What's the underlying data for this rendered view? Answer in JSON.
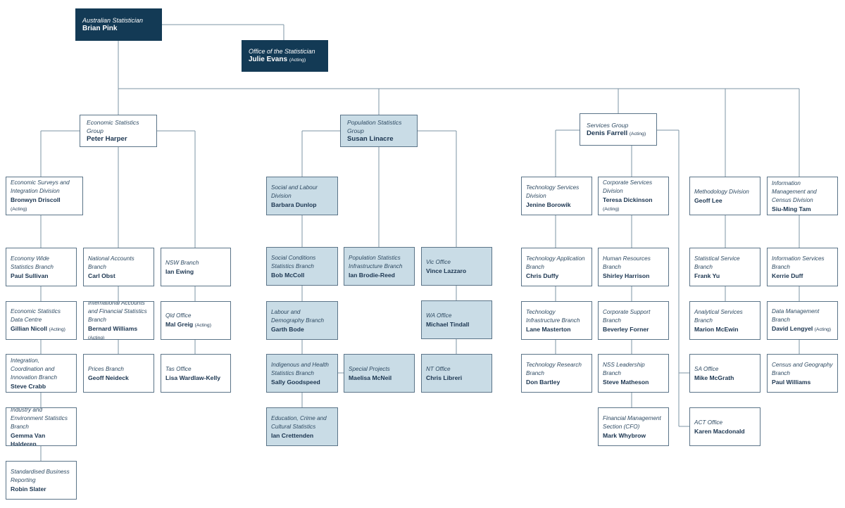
{
  "nodes": [
    {
      "id": "statistician",
      "role": "Australian Statistician",
      "name": "Brian Pink",
      "note": "",
      "color": "dark"
    },
    {
      "id": "office",
      "role": "Office of the Statistician",
      "name": "Julie Evans",
      "note": "(Acting)",
      "color": "dark"
    },
    {
      "id": "econ-group",
      "role": "Economic Statistics Group",
      "name": "Peter Harper",
      "note": "",
      "color": "white"
    },
    {
      "id": "pop-group",
      "role": "Population Statistics Group",
      "name": "Susan Linacre",
      "note": "",
      "color": "shaded"
    },
    {
      "id": "services-group",
      "role": "Services Group",
      "name": "Denis Farrell",
      "note": "(Acting)",
      "color": "white"
    },
    {
      "id": "econ-surveys",
      "role": "Economic Surveys and Integration Division",
      "name": "Bronwyn Driscoll",
      "note": "(Acting)",
      "color": "white"
    },
    {
      "id": "economy-wide",
      "role": "Economy Wide Statistics Branch",
      "name": "Paul Sullivan",
      "note": "",
      "color": "white"
    },
    {
      "id": "esdc",
      "role": "Economic Statistics Data Centre",
      "name": "Gillian Nicoll",
      "note": "(Acting)",
      "color": "white"
    },
    {
      "id": "integration",
      "role": "Integration, Coordination and Innovation Branch",
      "name": "Steve Crabb",
      "note": "",
      "color": "white"
    },
    {
      "id": "industry",
      "role": "Industry and Environment Statistics Branch",
      "name": "Gemma Van Halderen",
      "note": "",
      "color": "white"
    },
    {
      "id": "sbr",
      "role": "Standardised Business Reporting",
      "name": "Robin Slater",
      "note": "",
      "color": "white"
    },
    {
      "id": "national-accounts",
      "role": "National Accounts Branch",
      "name": "Carl Obst",
      "note": "",
      "color": "white"
    },
    {
      "id": "international",
      "role": "International Accounts and Financial Statistics Branch",
      "name": "Bernard Williams",
      "note": "(Acting)",
      "color": "white"
    },
    {
      "id": "prices",
      "role": "Prices Branch",
      "name": "Geoff Neideck",
      "note": "",
      "color": "white"
    },
    {
      "id": "nsw",
      "role": "NSW Branch",
      "name": "Ian Ewing",
      "note": "",
      "color": "white"
    },
    {
      "id": "qld",
      "role": "Qld Office",
      "name": "Mal Greig",
      "note": "(Acting)",
      "color": "white"
    },
    {
      "id": "tas",
      "role": "Tas Office",
      "name": "Lisa Wardlaw-Kelly",
      "note": "",
      "color": "white"
    },
    {
      "id": "social-labour",
      "role": "Social and Labour Division",
      "name": "Barbara Dunlop",
      "note": "",
      "color": "shaded"
    },
    {
      "id": "social-conditions",
      "role": "Social Conditions Statistics Branch",
      "name": "Bob McColl",
      "note": "",
      "color": "shaded"
    },
    {
      "id": "labour-demography",
      "role": "Labour and Demography Branch",
      "name": "Garth Bode",
      "note": "",
      "color": "shaded"
    },
    {
      "id": "indigenous",
      "role": "Indigenous and Health Statistics Branch",
      "name": "Sally Goodspeed",
      "note": "",
      "color": "shaded"
    },
    {
      "id": "special-projects",
      "role": "Special Projects",
      "name": "Maelisa McNeil",
      "note": "",
      "color": "shaded"
    },
    {
      "id": "education",
      "role": "Education, Crime and Cultural Statistics",
      "name": "Ian Crettenden",
      "note": "",
      "color": "shaded"
    },
    {
      "id": "pop-infra",
      "role": "Population Statistics Infrastructure Branch",
      "name": "Ian Brodie-Reed",
      "note": "",
      "color": "shaded"
    },
    {
      "id": "vic",
      "role": "Vic Office",
      "name": "Vince Lazzaro",
      "note": "",
      "color": "shaded"
    },
    {
      "id": "wa",
      "role": "WA Office",
      "name": "Michael Tindall",
      "note": "",
      "color": "shaded"
    },
    {
      "id": "nt",
      "role": "NT Office",
      "name": "Chris Libreri",
      "note": "",
      "color": "shaded"
    },
    {
      "id": "tech-services",
      "role": "Technology Services Division",
      "name": "Jenine Borowik",
      "note": "",
      "color": "white"
    },
    {
      "id": "tech-application",
      "role": "Technology Application Branch",
      "name": "Chris Duffy",
      "note": "",
      "color": "white"
    },
    {
      "id": "tech-infra",
      "role": "Technology Infrastructure Branch",
      "name": "Lane Masterton",
      "note": "",
      "color": "white"
    },
    {
      "id": "tech-research",
      "role": "Technology Research Branch",
      "name": "Don Bartley",
      "note": "",
      "color": "white"
    },
    {
      "id": "corporate-services",
      "role": "Corporate Services Division",
      "name": "Teresa Dickinson",
      "note": "(Acting)",
      "color": "white"
    },
    {
      "id": "hr",
      "role": "Human Resources Branch",
      "name": "Shirley Harrison",
      "note": "",
      "color": "white"
    },
    {
      "id": "corporate-support",
      "role": "Corporate Support Branch",
      "name": "Beverley Forner",
      "note": "",
      "color": "white"
    },
    {
      "id": "nss",
      "role": "NSS Leadership Branch",
      "name": "Steve Matheson",
      "note": "",
      "color": "white"
    },
    {
      "id": "financial",
      "role": "Financial Management Section (CFO)",
      "name": "Mark Whybrow",
      "note": "",
      "color": "white"
    },
    {
      "id": "methodology",
      "role": "Methodology Division",
      "name": "Geoff Lee",
      "note": "",
      "color": "white"
    },
    {
      "id": "statistical-service",
      "role": "Statistical Service Branch",
      "name": "Frank Yu",
      "note": "",
      "color": "white"
    },
    {
      "id": "analytical",
      "role": "Analytical Services Branch",
      "name": "Marion McEwin",
      "note": "",
      "color": "white"
    },
    {
      "id": "sa",
      "role": "SA Office",
      "name": "Mike McGrath",
      "note": "",
      "color": "white"
    },
    {
      "id": "act",
      "role": "ACT Office",
      "name": "Karen Macdonald",
      "note": "",
      "color": "white"
    },
    {
      "id": "info-mgmt",
      "role": "Information Management and Census Division",
      "name": "Siu-Ming Tam",
      "note": "",
      "color": "white"
    },
    {
      "id": "info-services",
      "role": "Information Services Branch",
      "name": "Kerrie Duff",
      "note": "",
      "color": "white"
    },
    {
      "id": "data-mgmt",
      "role": "Data Management Branch",
      "name": "David Lengyel",
      "note": "(Acting)",
      "color": "white"
    },
    {
      "id": "census",
      "role": "Census and Geography Branch",
      "name": "Paul Williams",
      "note": "",
      "color": "white"
    }
  ],
  "edges": [
    [
      "statistician",
      "office"
    ],
    [
      "statistician",
      "econ-group"
    ],
    [
      "statistician",
      "pop-group"
    ],
    [
      "statistician",
      "services-group"
    ],
    [
      "statistician",
      "methodology"
    ],
    [
      "statistician",
      "info-mgmt"
    ],
    [
      "econ-group",
      "econ-surveys"
    ],
    [
      "econ-group",
      "national-accounts"
    ],
    [
      "econ-group",
      "nsw"
    ],
    [
      "econ-surveys",
      "economy-wide"
    ],
    [
      "economy-wide",
      "esdc"
    ],
    [
      "esdc",
      "integration"
    ],
    [
      "integration",
      "industry"
    ],
    [
      "industry",
      "sbr"
    ],
    [
      "national-accounts",
      "international"
    ],
    [
      "international",
      "prices"
    ],
    [
      "nsw",
      "qld"
    ],
    [
      "qld",
      "tas"
    ],
    [
      "pop-group",
      "social-labour"
    ],
    [
      "pop-group",
      "pop-infra"
    ],
    [
      "pop-group",
      "vic"
    ],
    [
      "social-labour",
      "social-conditions"
    ],
    [
      "social-conditions",
      "labour-demography"
    ],
    [
      "labour-demography",
      "indigenous"
    ],
    [
      "indigenous",
      "special-projects"
    ],
    [
      "indigenous",
      "education"
    ],
    [
      "vic",
      "wa"
    ],
    [
      "wa",
      "nt"
    ],
    [
      "services-group",
      "tech-services"
    ],
    [
      "services-group",
      "corporate-services"
    ],
    [
      "services-group",
      "sa"
    ],
    [
      "services-group",
      "act"
    ],
    [
      "tech-services",
      "tech-application"
    ],
    [
      "tech-application",
      "tech-infra"
    ],
    [
      "tech-infra",
      "tech-research"
    ],
    [
      "corporate-services",
      "hr"
    ],
    [
      "hr",
      "corporate-support"
    ],
    [
      "corporate-support",
      "nss"
    ],
    [
      "nss",
      "financial"
    ],
    [
      "methodology",
      "statistical-service"
    ],
    [
      "statistical-service",
      "analytical"
    ],
    [
      "info-mgmt",
      "info-services"
    ],
    [
      "info-services",
      "data-mgmt"
    ],
    [
      "data-mgmt",
      "census"
    ]
  ]
}
